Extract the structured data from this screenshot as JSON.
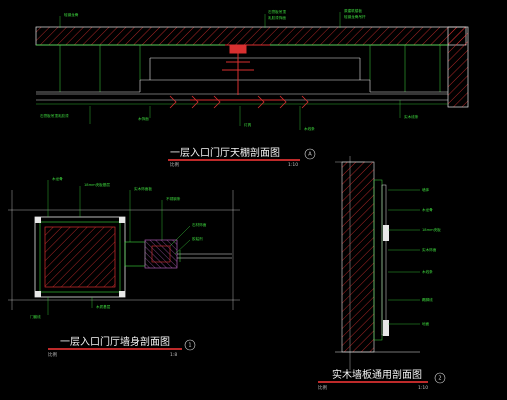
{
  "drawings": [
    {
      "title": "一层入口门厅天棚剖面图",
      "subtitle": "比例",
      "scale": "1:10",
      "number": "A"
    },
    {
      "title": "一层入口门厅墙身剖面图",
      "subtitle": "比例",
      "scale": "1:8",
      "number": "1"
    },
    {
      "title": "实木墙板通用剖面图",
      "subtitle": "比例",
      "scale": "1:10",
      "number": "2"
    }
  ],
  "annotations": {
    "top_left": "轻钢龙骨",
    "top_mid_1": "石膏板吊顶",
    "top_mid_2": "乳胶漆饰面",
    "top_right_1": "原建筑楼板",
    "top_right_2": "轻钢龙骨吊杆",
    "bottom_1": "石膏板吊顶乳胶漆",
    "bottom_2": "木饰面",
    "bottom_3": "灯具",
    "bottom_4": "木线条",
    "bottom_5": "实木线条",
    "wall_1": "木龙骨",
    "wall_2": "18mm夹板基层",
    "wall_3": "实木饰面板",
    "wall_4": "不锈钢条",
    "wall_5": "石材饰面",
    "wall_6": "胶粘剂",
    "wall_7": "门套线",
    "wall_8": "木质基层",
    "right_1": "墙体",
    "right_2": "木龙骨",
    "right_3": "18mm夹板",
    "right_4": "实木饰面",
    "right_5": "木线条",
    "right_6": "踢脚线",
    "right_7": "地面"
  }
}
